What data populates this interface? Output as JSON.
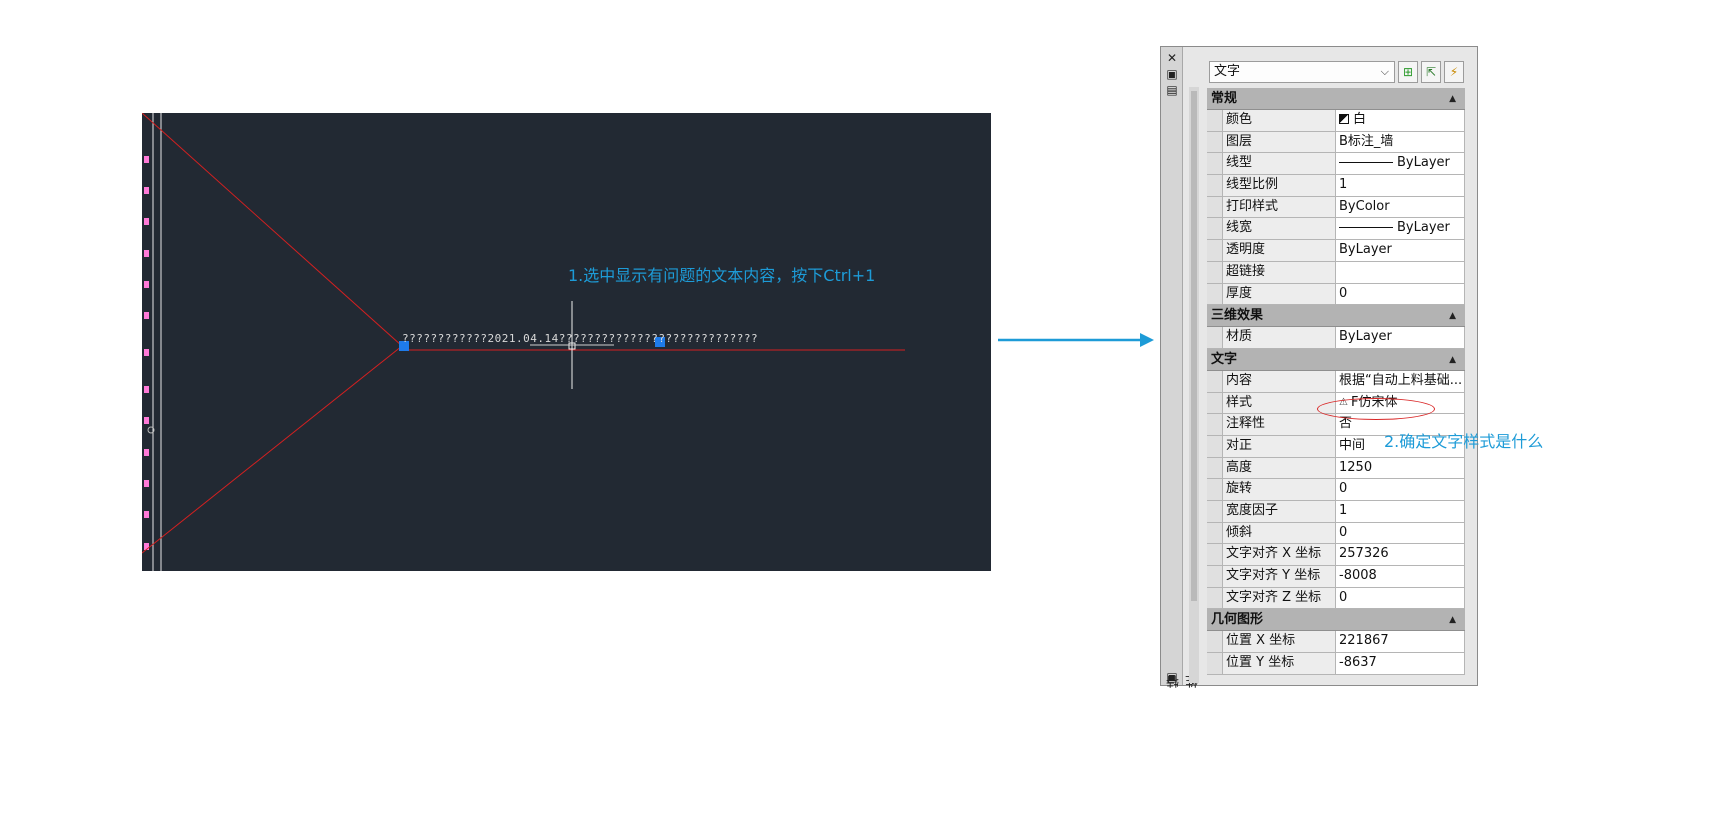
{
  "viewport": {
    "annotation": "1.选中显示有问题的文本内容，按下Ctrl+1",
    "garbled_text": "????????????2021.04.14????????????????????????????",
    "colors": {
      "background": "#222933",
      "red_line": "#d42020",
      "grip": "#1e7bea",
      "annotation": "#1d9bd7"
    }
  },
  "palette": {
    "vertical_title": "特性",
    "titlebar_icons": [
      "close-icon",
      "autohide-icon",
      "properties-menu-icon"
    ],
    "object_type": "文字",
    "toolbar": {
      "icons": [
        "toggle-pickadd-icon",
        "select-objects-icon",
        "quick-select-icon"
      ]
    },
    "categories": [
      {
        "title": "常规",
        "rows": [
          {
            "name": "颜色",
            "value": "白",
            "kind": "color"
          },
          {
            "name": "图层",
            "value": "B标注_墙"
          },
          {
            "name": "线型",
            "value": "ByLayer",
            "kind": "line"
          },
          {
            "name": "线型比例",
            "value": "1"
          },
          {
            "name": "打印样式",
            "value": "ByColor"
          },
          {
            "name": "线宽",
            "value": "ByLayer",
            "kind": "line"
          },
          {
            "name": "透明度",
            "value": "ByLayer"
          },
          {
            "name": "超链接",
            "value": ""
          },
          {
            "name": "厚度",
            "value": "0"
          }
        ]
      },
      {
        "title": "三维效果",
        "rows": [
          {
            "name": "材质",
            "value": "ByLayer"
          }
        ]
      },
      {
        "title": "文字",
        "rows": [
          {
            "name": "内容",
            "value": "根据“自动上料基础..."
          },
          {
            "name": "样式",
            "value": "F仿宋体",
            "kind": "style"
          },
          {
            "name": "注释性",
            "value": "否"
          },
          {
            "name": "对正",
            "value": "中间"
          },
          {
            "name": "高度",
            "value": "1250"
          },
          {
            "name": "旋转",
            "value": "0"
          },
          {
            "name": "宽度因子",
            "value": "1"
          },
          {
            "name": "倾斜",
            "value": "0"
          },
          {
            "name": "文字对齐 X 坐标",
            "value": "257326"
          },
          {
            "name": "文字对齐 Y 坐标",
            "value": "-8008"
          },
          {
            "name": "文字对齐 Z 坐标",
            "value": "0"
          }
        ]
      },
      {
        "title": "几何图形",
        "rows": [
          {
            "name": "位置 X 坐标",
            "value": "221867"
          },
          {
            "name": "位置 Y 坐标",
            "value": "-8637"
          }
        ]
      }
    ]
  },
  "annotation2": "2.确定文字样式是什么",
  "arrow_color": "#1d9bd7",
  "highlight_color": "#d92727"
}
